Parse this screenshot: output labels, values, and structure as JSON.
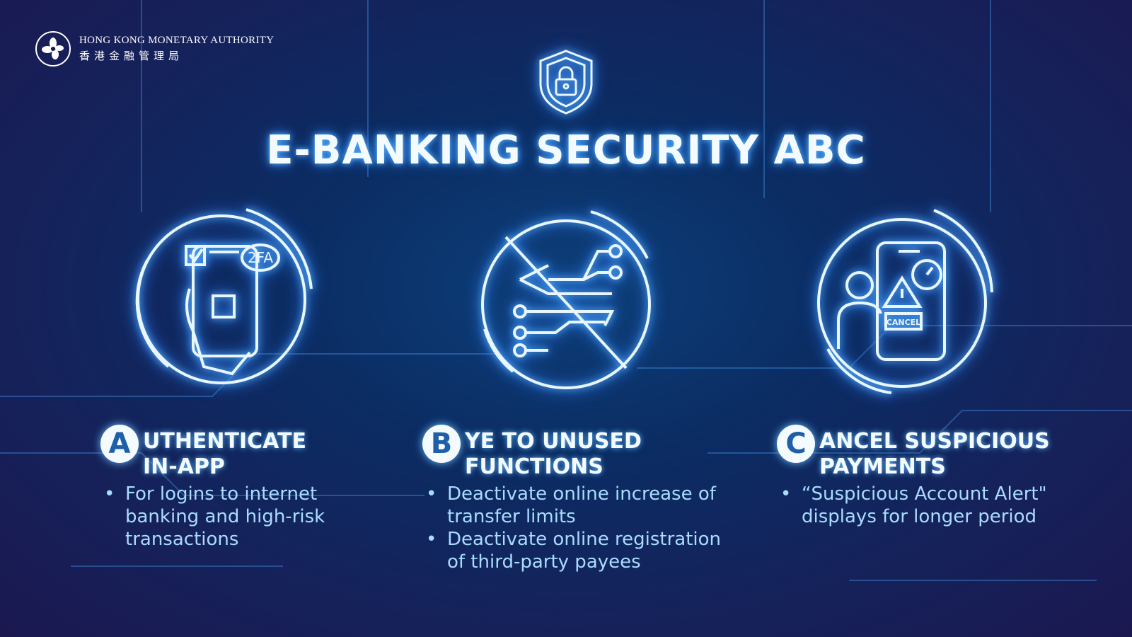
{
  "logo": {
    "name_en": "HONG KONG MONETARY AUTHORITY",
    "name_zh": "香港金融管理局"
  },
  "title": "E-BANKING SECURITY ABC",
  "colors": {
    "glow": "#5fb8ff",
    "text": "#a9dcff",
    "letter": "#1e5fa8"
  },
  "sections": [
    {
      "letter": "A",
      "heading_line1": "UTHENTICATE",
      "heading_line2": "IN-APP",
      "icon": "phone-2fa-icon",
      "icon_badge": "2FA",
      "bullets": [
        "For logins to internet banking and high-risk transactions"
      ]
    },
    {
      "letter": "B",
      "heading_line1": "YE TO UNUSED",
      "heading_line2": "FUNCTIONS",
      "icon": "disabled-circuit-icon",
      "bullets": [
        "Deactivate online increase of transfer limits",
        "Deactivate online registration of third-party payees"
      ]
    },
    {
      "letter": "C",
      "heading_line1": "ANCEL SUSPICIOUS",
      "heading_line2": "PAYMENTS",
      "icon": "cancel-alert-icon",
      "icon_badge": "CANCEL",
      "bullets": [
        "“Suspicious Account Alert\" displays for longer period"
      ]
    }
  ]
}
